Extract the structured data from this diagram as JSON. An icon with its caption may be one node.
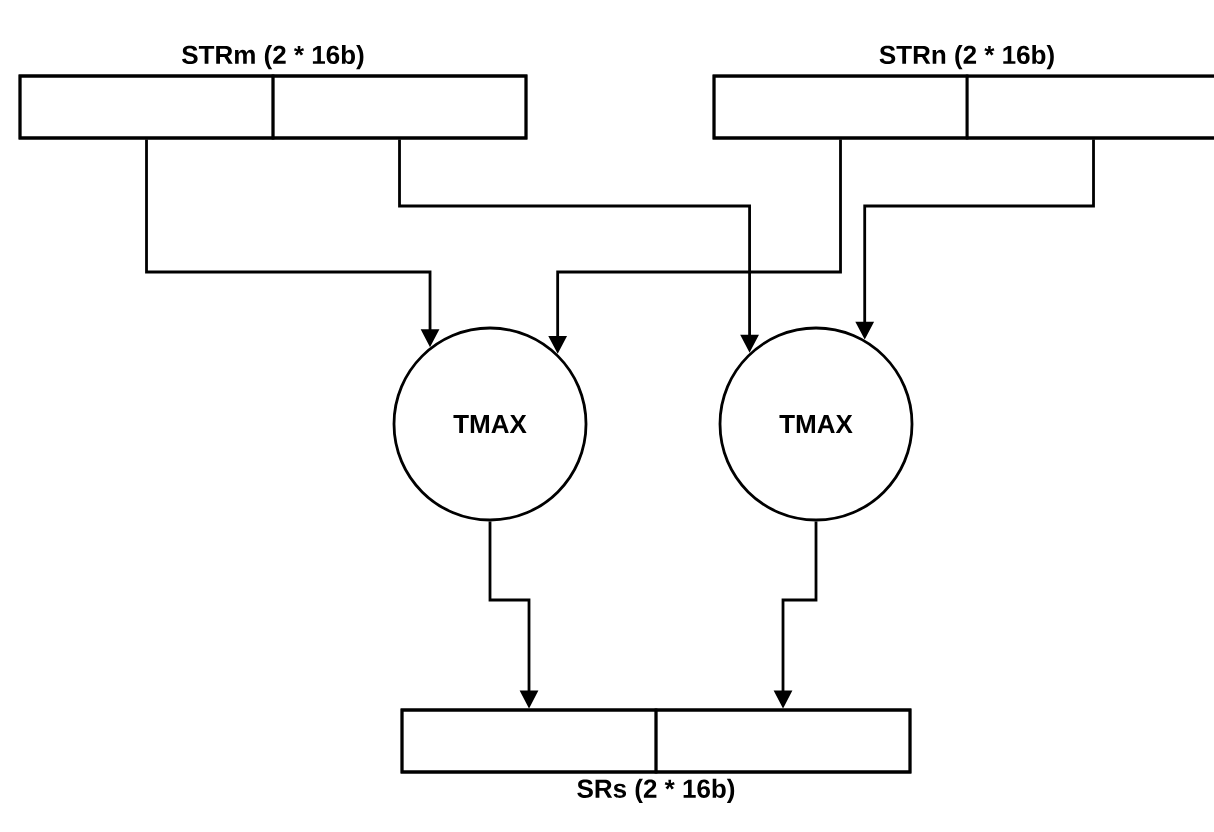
{
  "diagram": {
    "nodes": [
      {
        "text": [
          "STRm (2 * 16b)"
        ]
      },
      {
        "text": [],
        "shape": "box",
        "in": 0
      },
      {
        "text": [],
        "shape": "box",
        "in": 0
      },
      {
        "text": [
          "STRn (2 * 16b)"
        ]
      },
      {
        "text": [],
        "shape": "box",
        "in": 3
      },
      {
        "text": [],
        "shape": "box",
        "in": 3
      },
      {
        "text": [
          "TMAX"
        ]
      },
      {
        "text": [
          "TMAX"
        ]
      },
      {
        "text": [
          "SRs (2 * 16b)"
        ]
      },
      {
        "text": [],
        "shape": "box",
        "in": 8
      },
      {
        "text": [],
        "shape": "box",
        "in": 8
      }
    ],
    "edges": [
      {
        "from": 1,
        "to": 6,
        "arrow": "to"
      },
      {
        "from": 2,
        "to": 7,
        "arrow": "to"
      },
      {
        "from": 4,
        "to": 6,
        "arrow": "to"
      },
      {
        "from": 5,
        "to": 7,
        "arrow": "to"
      },
      {
        "from": 6,
        "to": 9,
        "arrow": "to"
      },
      {
        "from": 7,
        "to": 10,
        "arrow": "to"
      }
    ]
  }
}
